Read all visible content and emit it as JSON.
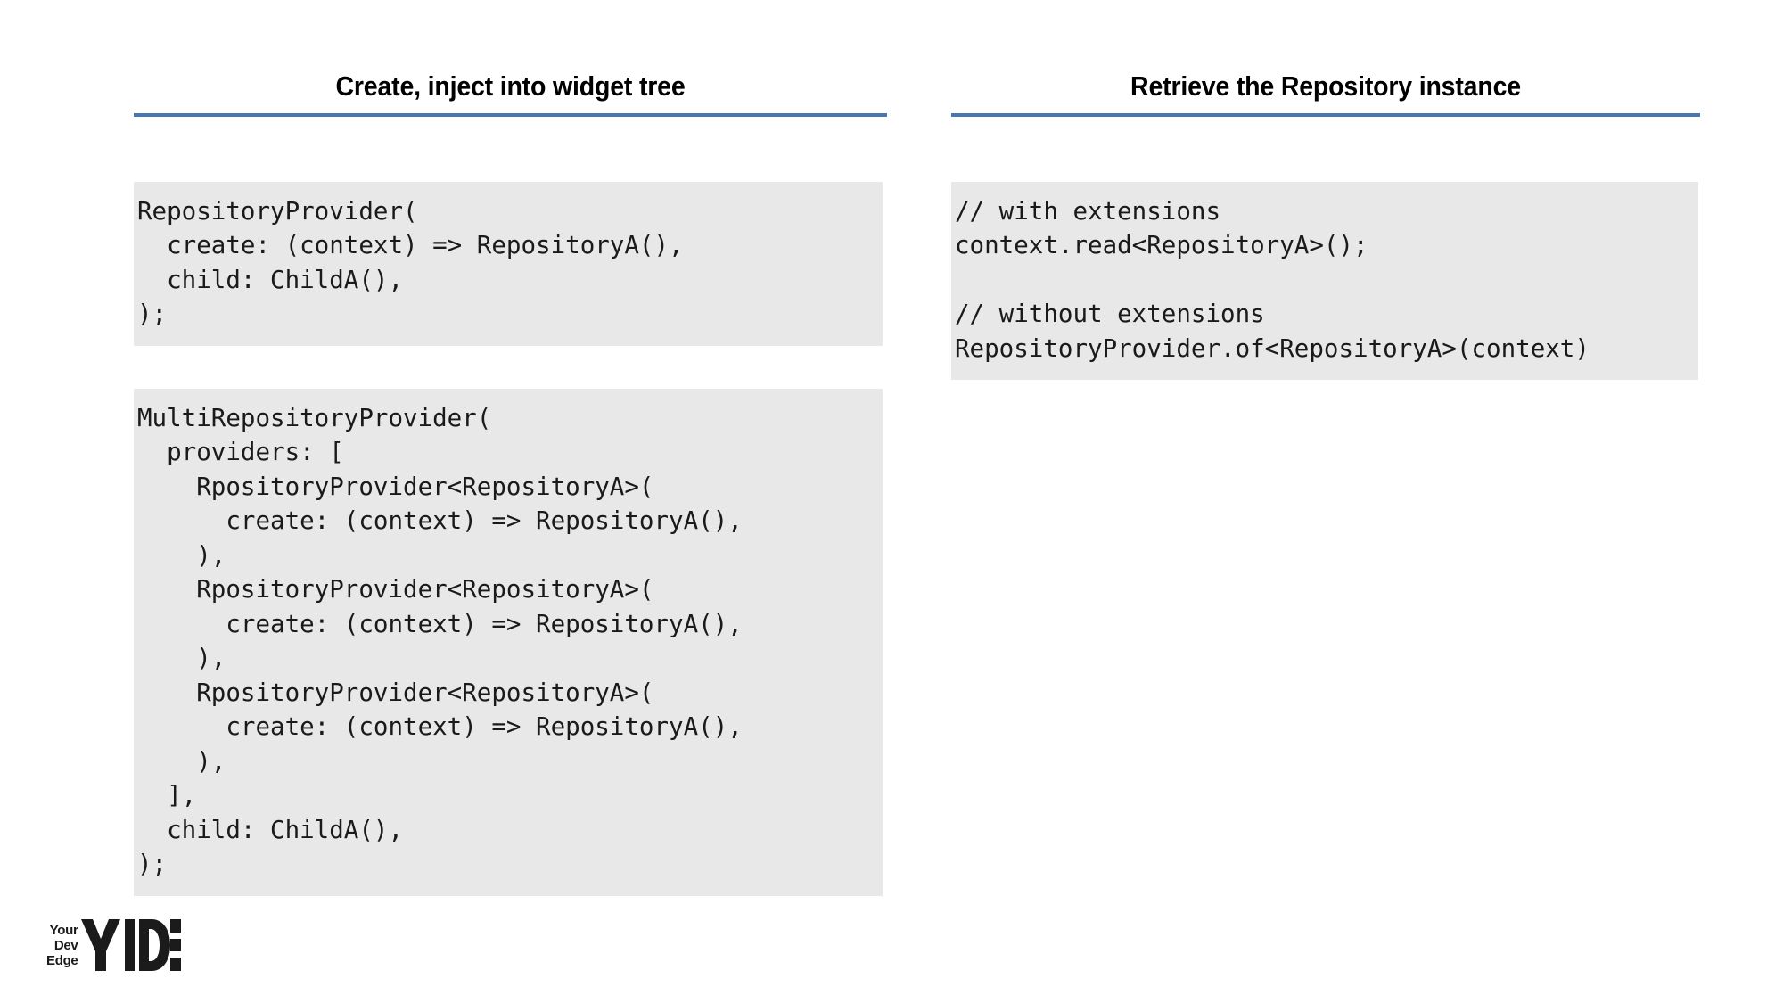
{
  "slide": {
    "background_color": "#ffffff",
    "accent_color": "#4677b4",
    "code_background_color": "#e8e8e8",
    "text_color": "#1a1a1a"
  },
  "columns": {
    "left": {
      "heading": "Create, inject into widget tree",
      "code_blocks": [
        {
          "name": "repository-provider-snippet",
          "code": "RepositoryProvider(\n  create: (context) => RepositoryA(),\n  child: ChildA(),\n);"
        },
        {
          "name": "multi-repository-provider-snippet",
          "code": "MultiRepositoryProvider(\n  providers: [\n    RpositoryProvider<RepositoryA>(\n      create: (context) => RepositoryA(),\n    ),\n    RpositoryProvider<RepositoryA>(\n      create: (context) => RepositoryA(),\n    ),\n    RpositoryProvider<RepositoryA>(\n      create: (context) => RepositoryA(),\n    ),\n  ],\n  child: ChildA(),\n);"
        }
      ]
    },
    "right": {
      "heading": "Retrieve the Repository instance",
      "code_blocks": [
        {
          "name": "retrieve-repository-snippet",
          "code": "// with extensions\ncontext.read<RepositoryA>();\n\n// without extensions\nRepositoryProvider.of<RepositoryA>(context)"
        }
      ]
    }
  },
  "logo": {
    "line1": "Your",
    "line2": "Dev",
    "line3": "Edge",
    "wordmark": "YIDE"
  }
}
